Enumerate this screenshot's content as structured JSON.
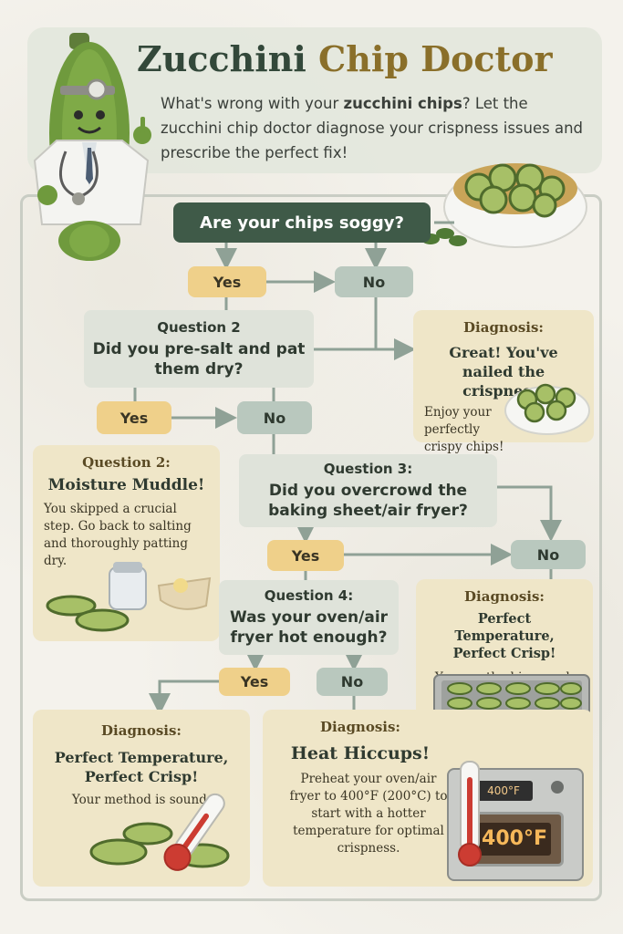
{
  "header": {
    "title_main": "Zucchini",
    "title_accent": "Chip Doctor",
    "intro_prefix": "What's wrong with your",
    "intro_bold": "zucchini chips",
    "intro_suffix": "? Let the zucchini chip doctor diagnose your crispness issues and prescribe the perfect fix!"
  },
  "flow": {
    "root": "Are your chips soggy?",
    "yes": "Yes",
    "no": "No",
    "q2_salt": {
      "heading": "Question 2",
      "text": "Did you pre-salt and pat them dry?"
    },
    "diag_great": {
      "heading": "Diagnosis:",
      "subtitle": "Great! You've nailed the crispness.",
      "body": "Enjoy your perfectly crispy chips!"
    },
    "moisture": {
      "heading": "Question 2:",
      "subtitle": "Moisture Muddle!",
      "body": "You skipped a crucial step. Go back to salting and thoroughly patting dry."
    },
    "q3": {
      "heading": "Question 3:",
      "text": "Did you overcrowd the baking sheet/air fryer?"
    },
    "diag_perfect_right": {
      "heading": "Diagnosis:",
      "subtitle": "Perfect Temperature, Perfect Crisp!",
      "body": "Your method is sound."
    },
    "q4": {
      "heading": "Question 4:",
      "text": "Was your oven/air fryer hot enough?"
    },
    "diag_perfect_left": {
      "heading": "Diagnosis:",
      "subtitle": "Perfect Temperature, Perfect Crisp!",
      "body": "Your method is sound."
    },
    "diag_heat": {
      "heading": "Diagnosis:",
      "subtitle": "Heat Hiccups!",
      "body": "Preheat your oven/air fryer to 400°F (200°C) to start with a hotter temperature for optimal crispness."
    }
  },
  "oven": {
    "display_small": "400°F",
    "display_large": "400°F"
  },
  "colors": {
    "dark_green": "#3f5a48",
    "yes_yellow": "#efd08a",
    "no_green": "#b9c8be",
    "question_gray": "#dfe3da",
    "card_tan": "#efe6c8",
    "arrow": "#8fa196"
  },
  "icons": [
    "doctor-zucchini-icon",
    "chips-bowl-icon",
    "salt-shaker-icon",
    "baking-tray-icon",
    "thermometer-icon",
    "oven-icon",
    "herb-icon"
  ]
}
